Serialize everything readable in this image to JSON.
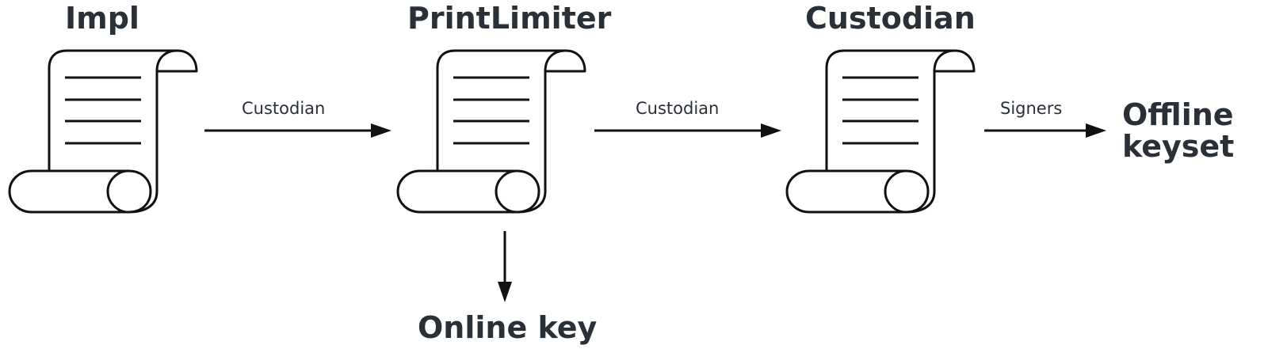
{
  "nodes": {
    "impl": {
      "title": "Impl"
    },
    "print_limiter": {
      "title": "PrintLimiter"
    },
    "custodian": {
      "title": "Custodian"
    },
    "offline_keyset": {
      "line1": "Offline",
      "line2": "keyset"
    },
    "online_key": {
      "title": "Online key"
    }
  },
  "edges": {
    "impl_to_printlimiter": {
      "label": "Custodian"
    },
    "printlimiter_to_custodian": {
      "label": "Custodian"
    },
    "custodian_to_offline": {
      "label": "Signers"
    },
    "printlimiter_to_online": {
      "label": ""
    }
  },
  "icons": {
    "node_icon": "scroll-icon"
  },
  "colors": {
    "text": "#2a3038",
    "stroke": "#111111"
  }
}
